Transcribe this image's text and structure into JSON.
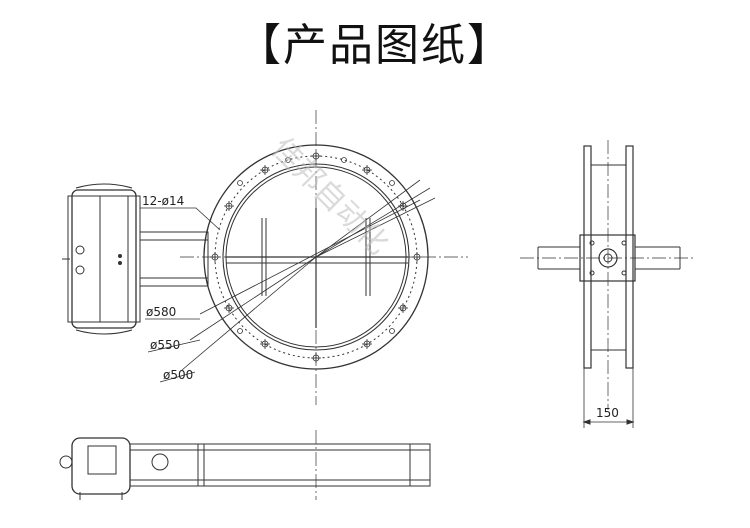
{
  "title": "【产品图纸】",
  "watermark": "佳邦自动化",
  "dimensions": {
    "bolt_holes": "12-ø14",
    "d580": "ø580",
    "d550": "ø550",
    "d500": "ø500",
    "width_150": "150"
  }
}
